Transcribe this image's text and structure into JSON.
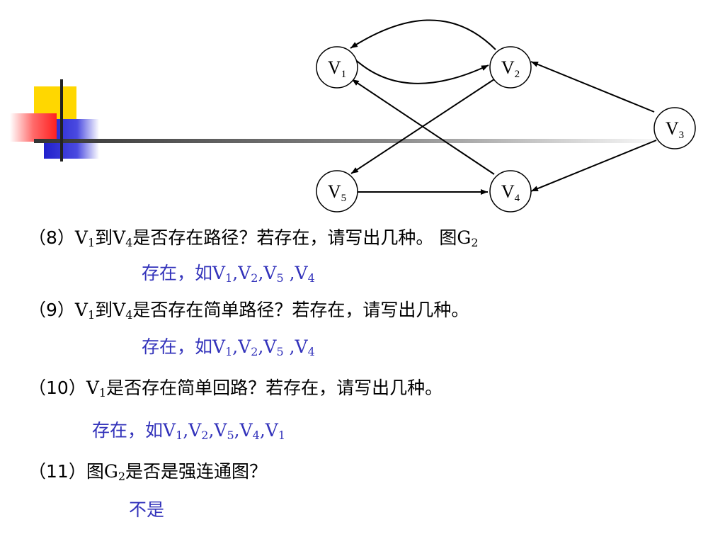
{
  "graph": {
    "nodes": [
      {
        "id": "v1",
        "base": "V",
        "sub": "1"
      },
      {
        "id": "v2",
        "base": "V",
        "sub": "2"
      },
      {
        "id": "v3",
        "base": "V",
        "sub": "3"
      },
      {
        "id": "v4",
        "base": "V",
        "sub": "4"
      },
      {
        "id": "v5",
        "base": "V",
        "sub": "5"
      }
    ],
    "edges": [
      {
        "from": "v1",
        "to": "v2"
      },
      {
        "from": "v2",
        "to": "v1"
      },
      {
        "from": "v2",
        "to": "v5"
      },
      {
        "from": "v3",
        "to": "v2"
      },
      {
        "from": "v3",
        "to": "v4"
      },
      {
        "from": "v4",
        "to": "v1"
      },
      {
        "from": "v5",
        "to": "v4"
      }
    ]
  },
  "lines": [
    {
      "role": "question",
      "segments": [
        {
          "t": "（"
        },
        {
          "t": "8",
          "cls": "num"
        },
        {
          "t": "）V"
        },
        {
          "t": "1",
          "sub": true
        },
        {
          "t": "到V"
        },
        {
          "t": "4",
          "sub": true
        },
        {
          "t": "是否存在路径？若存在，请写出几种。 图G"
        },
        {
          "t": "2",
          "sub": true
        }
      ]
    },
    {
      "role": "answer",
      "segments": [
        {
          "t": "存在，如V"
        },
        {
          "t": "1",
          "sub": true
        },
        {
          "t": ",V"
        },
        {
          "t": "2",
          "sub": true
        },
        {
          "t": ",V"
        },
        {
          "t": "5",
          "sub": true
        },
        {
          "t": " ,V"
        },
        {
          "t": "4",
          "sub": true
        }
      ]
    },
    {
      "role": "question",
      "segments": [
        {
          "t": "（"
        },
        {
          "t": "9",
          "cls": "num"
        },
        {
          "t": "）V"
        },
        {
          "t": "1",
          "sub": true
        },
        {
          "t": "到V"
        },
        {
          "t": "4",
          "sub": true
        },
        {
          "t": "是否存在简单路径？若存在，请写出几种。"
        }
      ]
    },
    {
      "role": "answer",
      "segments": [
        {
          "t": "存在，如V"
        },
        {
          "t": "1",
          "sub": true
        },
        {
          "t": ",V"
        },
        {
          "t": "2",
          "sub": true
        },
        {
          "t": ",V"
        },
        {
          "t": "5",
          "sub": true
        },
        {
          "t": " ,V"
        },
        {
          "t": "4",
          "sub": true
        }
      ]
    },
    {
      "role": "question",
      "segments": [
        {
          "t": "（"
        },
        {
          "t": "10",
          "cls": "num"
        },
        {
          "t": "）V"
        },
        {
          "t": "1",
          "sub": true
        },
        {
          "t": "是否存在简单回路？若存在，请写出几种。"
        }
      ]
    },
    {
      "role": "answer",
      "segments": [
        {
          "t": "存在，如V"
        },
        {
          "t": "1",
          "sub": true
        },
        {
          "t": ",V"
        },
        {
          "t": "2",
          "sub": true
        },
        {
          "t": ",V"
        },
        {
          "t": "5",
          "sub": true
        },
        {
          "t": ",V"
        },
        {
          "t": "4",
          "sub": true
        },
        {
          "t": ",V"
        },
        {
          "t": "1",
          "sub": true
        }
      ]
    },
    {
      "role": "question",
      "segments": [
        {
          "t": "（"
        },
        {
          "t": "11",
          "cls": "num"
        },
        {
          "t": "）图G"
        },
        {
          "t": "2",
          "sub": true
        },
        {
          "t": "是否是强连通图？"
        }
      ]
    },
    {
      "role": "answer",
      "segments": [
        {
          "t": "不是"
        }
      ]
    }
  ],
  "colors": {
    "answer": "#3333bb",
    "deco_yellow": "#ffd700",
    "deco_red": "#ff3b3b",
    "deco_blue": "#2b2bcf",
    "rule": "#333333"
  }
}
